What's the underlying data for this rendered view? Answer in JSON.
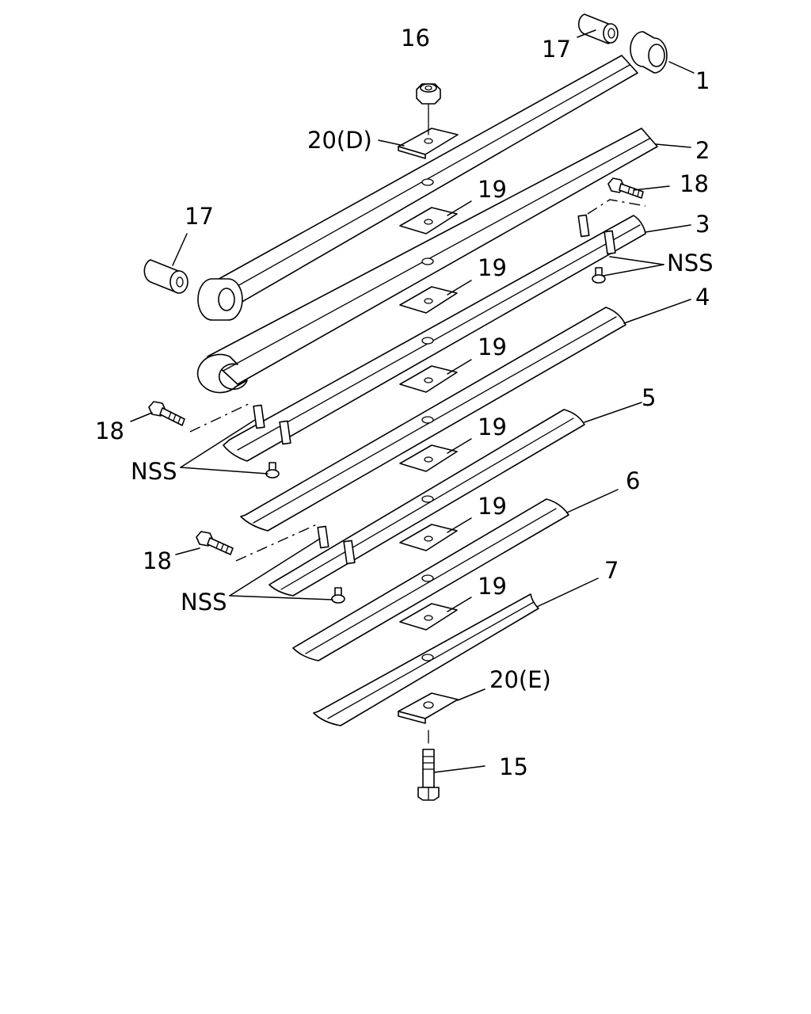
{
  "labels": {
    "p1": "1",
    "p2": "2",
    "p3": "3",
    "p4": "4",
    "p5": "5",
    "p6": "6",
    "p7": "7",
    "p15": "15",
    "p16": "16",
    "p17": "17",
    "p18": "18",
    "p19": "19",
    "p20d": "20(D)",
    "p20e": "20(E)",
    "nss": "NSS"
  }
}
